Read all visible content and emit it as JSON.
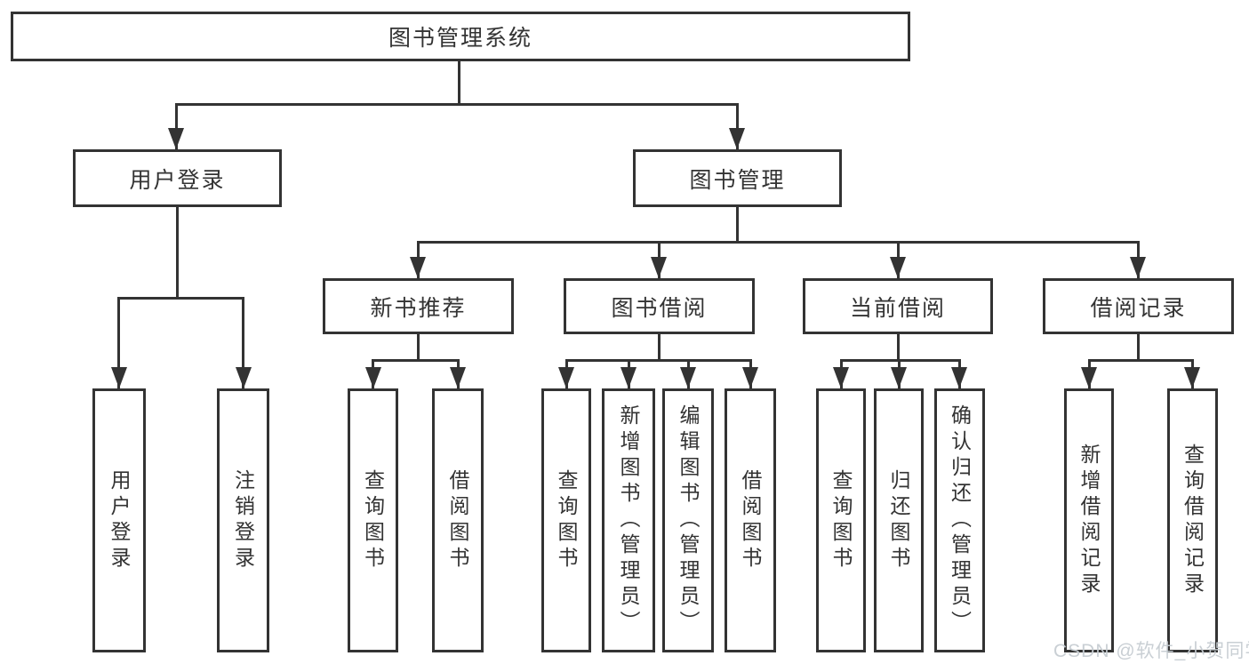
{
  "tree": {
    "label": "图书管理系统",
    "children": [
      {
        "label": "用户登录",
        "children": [
          {
            "label": "用户登录"
          },
          {
            "label": "注销登录"
          }
        ]
      },
      {
        "label": "图书管理",
        "children": [
          {
            "label": "新书推荐",
            "children": [
              {
                "label": "查询图书"
              },
              {
                "label": "借阅图书"
              }
            ]
          },
          {
            "label": "图书借阅",
            "children": [
              {
                "label": "查询图书"
              },
              {
                "label": "新增图书（管理员）"
              },
              {
                "label": "编辑图书（管理员）"
              },
              {
                "label": "借阅图书"
              }
            ]
          },
          {
            "label": "当前借阅",
            "children": [
              {
                "label": "查询图书"
              },
              {
                "label": "归还图书"
              },
              {
                "label": "确认归还（管理员）"
              }
            ]
          },
          {
            "label": "借阅记录",
            "children": [
              {
                "label": "新增借阅记录"
              },
              {
                "label": "查询借阅记录"
              }
            ]
          }
        ]
      }
    ]
  },
  "watermark": {
    "text": "CSDN @软件_小贺同学"
  },
  "colors": {
    "line": "#333333",
    "box_background": "#ffffff",
    "watermark_text": "#c6ccd1"
  }
}
